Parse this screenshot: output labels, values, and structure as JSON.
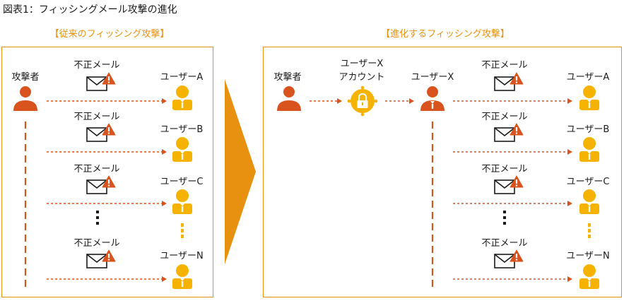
{
  "title": "図表1：フィッシングメール攻撃の進化",
  "left_panel": {
    "label": "【従来のフィッシング攻撃】",
    "attacker": "攻撃者",
    "mail_label": "不正メール",
    "users": [
      "ユーザーA",
      "ユーザーB",
      "ユーザーC",
      "ユーザーN"
    ]
  },
  "right_panel": {
    "label": "【進化するフィッシング攻撃】",
    "attacker": "攻撃者",
    "account_line1": "ユーザーX",
    "account_line2": "アカウント",
    "compromised_user": "ユーザーX",
    "mail_label": "不正メール",
    "users": [
      "ユーザーA",
      "ユーザーB",
      "ユーザーC",
      "ユーザーN"
    ]
  },
  "colors": {
    "accent": "#E8900F",
    "attacker": "#D9531E",
    "user": "#F5B300",
    "warning": "#D9531E",
    "arrow": "#D9531E"
  },
  "icons": {
    "attacker": "person-icon",
    "user": "user-icon",
    "mail": "mail-warning-icon",
    "lock": "lock-icon",
    "evolution_arrow": "chevron-arrow-icon"
  }
}
